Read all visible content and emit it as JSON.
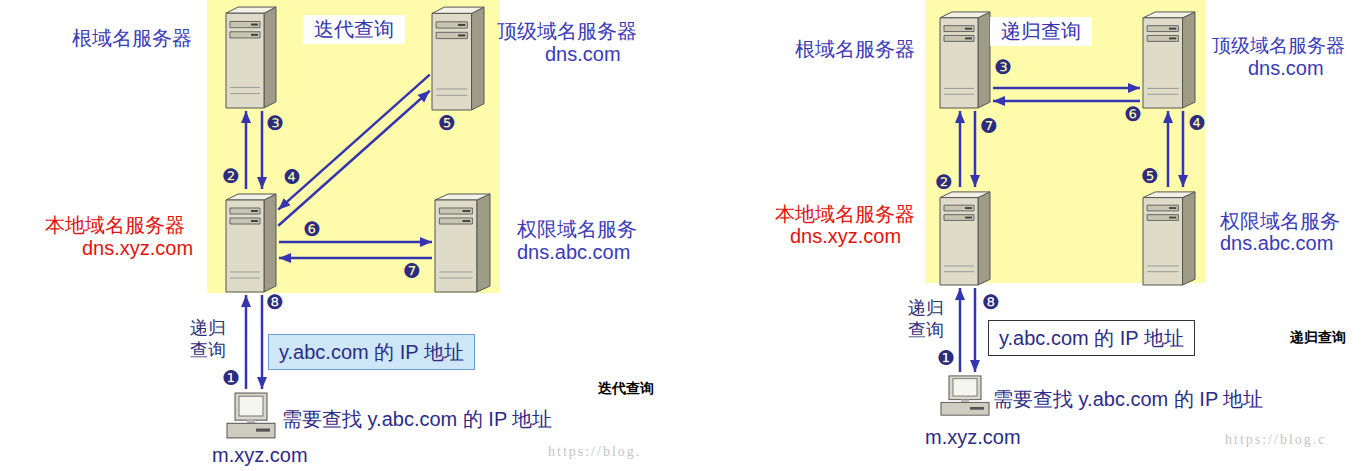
{
  "diagram": {
    "nodes": [
      {
        "text": [
          "迭代查询"
        ]
      },
      {
        "text": [
          "根域名服务器"
        ],
        "in": 0
      },
      {
        "text": [
          "顶级域名服务器",
          "dns.com"
        ],
        "in": 0
      },
      {
        "text": [
          "本地域名服务器",
          "dns.xyz.com"
        ],
        "in": 0
      },
      {
        "text": [
          "权限域名服务",
          "dns.abc.com"
        ],
        "in": 0
      },
      {
        "text": [
          "y.abc.com 的 IP 地址"
        ]
      },
      {
        "text": [
          "需要查找 y.abc.com 的 IP 地址",
          "m.xyz.com"
        ]
      },
      {
        "text": [
          "递归查询"
        ]
      },
      {
        "text": [
          "根域名服务器"
        ],
        "in": 7
      },
      {
        "text": [
          "顶级域名服务器",
          "dns.com"
        ],
        "in": 7
      },
      {
        "text": [
          "本地域名服务器",
          "dns.xyz.com"
        ],
        "in": 7
      },
      {
        "text": [
          "权限域名服务",
          "dns.abc.com"
        ],
        "in": 7
      },
      {
        "text": [
          "y.abc.com 的 IP 地址"
        ]
      },
      {
        "text": [
          "需要查找 y.abc.com 的 IP 地址",
          "m.xyz.com"
        ]
      }
    ],
    "edges": [
      {
        "from": 6,
        "to": 3,
        "arrow": "to"
      },
      {
        "from": 3,
        "to": 1,
        "arrow": "to"
      },
      {
        "from": 1,
        "to": 3,
        "arrow": "to"
      },
      {
        "from": 3,
        "to": 2,
        "arrow": "to"
      },
      {
        "from": 2,
        "to": 3,
        "arrow": "to"
      },
      {
        "from": 3,
        "to": 4,
        "arrow": "to"
      },
      {
        "from": 4,
        "to": 3,
        "arrow": "to"
      },
      {
        "from": 3,
        "to": 6,
        "arrow": "to"
      },
      {
        "from": 13,
        "to": 10,
        "arrow": "to"
      },
      {
        "from": 10,
        "to": 8,
        "arrow": "to"
      },
      {
        "from": 8,
        "to": 9,
        "arrow": "to"
      },
      {
        "from": 9,
        "to": 11,
        "arrow": "to"
      },
      {
        "from": 11,
        "to": 9,
        "arrow": "to"
      },
      {
        "from": 9,
        "to": 8,
        "arrow": "to"
      },
      {
        "from": 8,
        "to": 10,
        "arrow": "to"
      },
      {
        "from": 10,
        "to": 13,
        "arrow": "to"
      }
    ],
    "labels": [
      "递归 查询",
      "❶",
      "❷",
      "❸",
      "❹",
      "❺",
      "❻",
      "❼",
      "❽",
      "迭代查询",
      "https://blog.",
      "递归 查询",
      "❶",
      "❷",
      "❸",
      "❹",
      "❺",
      "❻",
      "❼",
      "❽",
      "递归查询",
      "https://blog.c"
    ]
  }
}
